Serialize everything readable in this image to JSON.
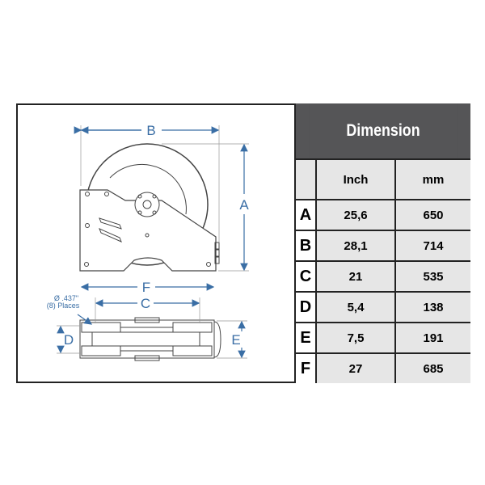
{
  "diagram": {
    "labels": {
      "A": "A",
      "B": "B",
      "C": "C",
      "D": "D",
      "E": "E",
      "F": "F"
    },
    "hole_note": [
      "Ø .437\"",
      "(8) Places"
    ],
    "accent_color": "#3a6ea5"
  },
  "table": {
    "title": "Dimension",
    "columns": [
      "",
      "Inch",
      "mm"
    ],
    "rows": [
      {
        "label": "A",
        "inch": "25,6",
        "mm": "650"
      },
      {
        "label": "B",
        "inch": "28,1",
        "mm": "714"
      },
      {
        "label": "C",
        "inch": "21",
        "mm": "535"
      },
      {
        "label": "D",
        "inch": "5,4",
        "mm": "138"
      },
      {
        "label": "E",
        "inch": "7,5",
        "mm": "191"
      },
      {
        "label": "F",
        "inch": "27",
        "mm": "685"
      }
    ]
  }
}
